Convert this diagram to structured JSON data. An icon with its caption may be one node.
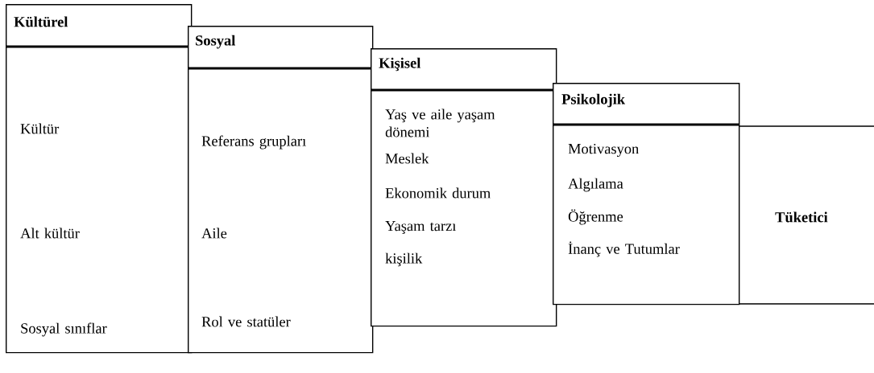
{
  "diagram": {
    "nodes": [
      {
        "text": [
          "Kültürel",
          "Kültür",
          "Alt kültür",
          "Sosyal sınıflar"
        ]
      },
      {
        "text": [
          "Sosyal",
          "Referans grupları",
          "Aile",
          "Rol ve statüler"
        ]
      },
      {
        "text": [
          "Kişisel",
          "Yaş ve aile yaşam dönemi",
          "Meslek",
          "Ekonomik durum",
          "Yaşam tarzı",
          "kişilik"
        ]
      },
      {
        "text": [
          "Psikolojik",
          "Motivasyon",
          "Algılama",
          "Öğrenme",
          "İnanç ve Tutumlar"
        ]
      },
      {
        "text": [
          "Tüketici"
        ]
      }
    ],
    "edges": []
  }
}
